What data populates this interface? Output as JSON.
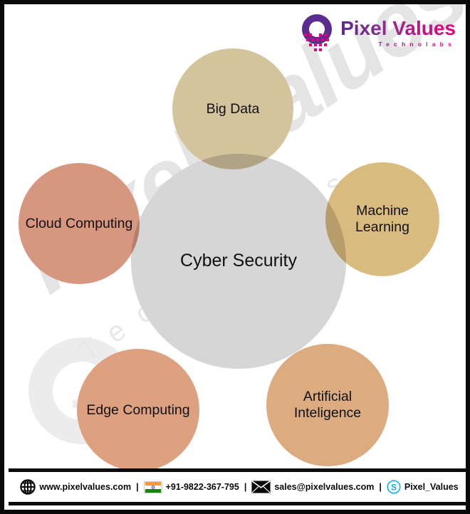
{
  "brand": {
    "logo_title": "Pixel Values",
    "logo_subtitle": "Technolabs",
    "logo_icon": "pixel-ring-logo",
    "ring_color": "#5b2d8e",
    "dot_color": "#e6007e"
  },
  "watermark": {
    "main_text": "Pixel Values",
    "sub_text": "Technolabs"
  },
  "diagram": {
    "type": "hub-and-spoke circles",
    "center": {
      "label": "Cyber Security",
      "color": "#d6d6d6"
    },
    "satellites": [
      {
        "label": "Big Data",
        "color": "#d3c49e",
        "position": "top"
      },
      {
        "label": "Machine Learning",
        "color": "#d9bb7f",
        "position": "right-top"
      },
      {
        "label": "Artificial Inteligence",
        "color": "#dcac80",
        "position": "right-bottom"
      },
      {
        "label": "Edge Computing",
        "color": "#dda180",
        "position": "left-bottom"
      },
      {
        "label": "Cloud Computing",
        "color": "#d79680",
        "position": "left-top"
      }
    ]
  },
  "footer": {
    "website": "www.pixelvalues.com",
    "phone": "+91-9822-367-795",
    "email": "sales@pixelvalues.com",
    "skype": "Pixel_Values",
    "separator": "|",
    "icons": {
      "website": "globe-icon",
      "phone": "india-flag-icon",
      "email": "envelope-icon",
      "skype": "skype-icon"
    }
  }
}
